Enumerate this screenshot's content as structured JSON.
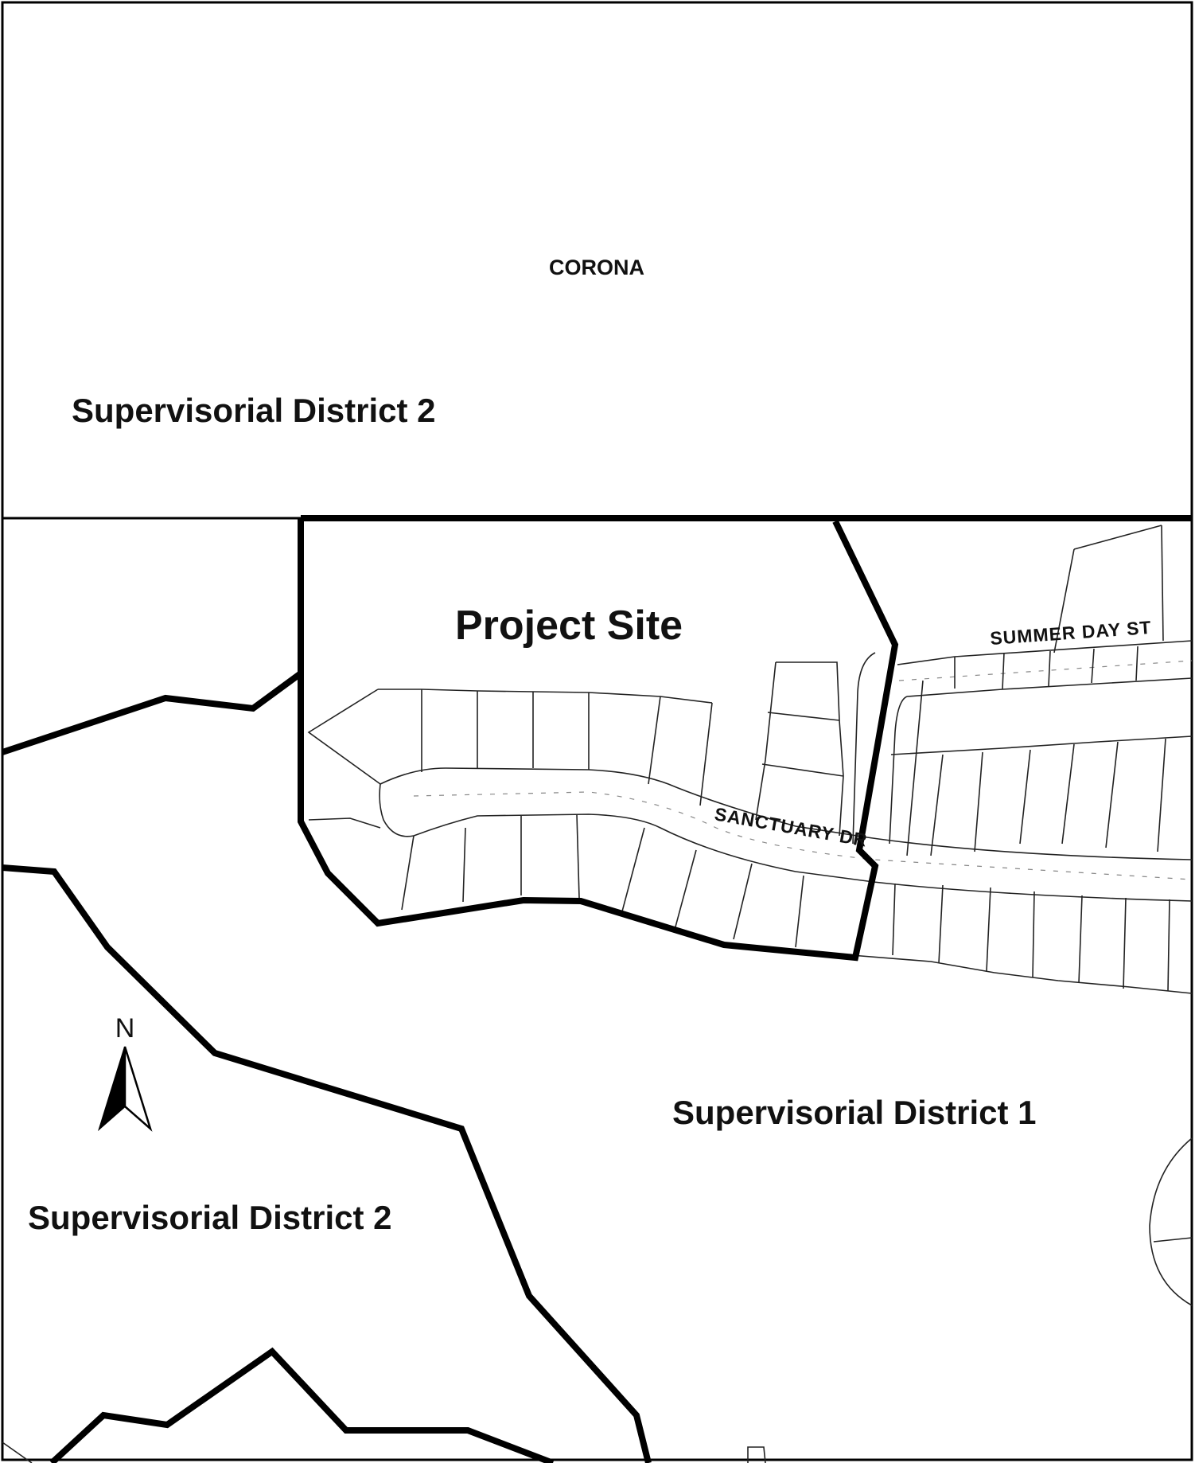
{
  "map": {
    "labels": {
      "corona": "CORONA",
      "district2_top": "Supervisorial District 2",
      "project_site": "Project Site",
      "summer_day_st": "SUMMER DAY ST",
      "sanctuary_dr": "SANCTUARY DR",
      "district1": "Supervisorial District 1",
      "district2_bottom": "Supervisorial District 2",
      "north": "N"
    }
  }
}
